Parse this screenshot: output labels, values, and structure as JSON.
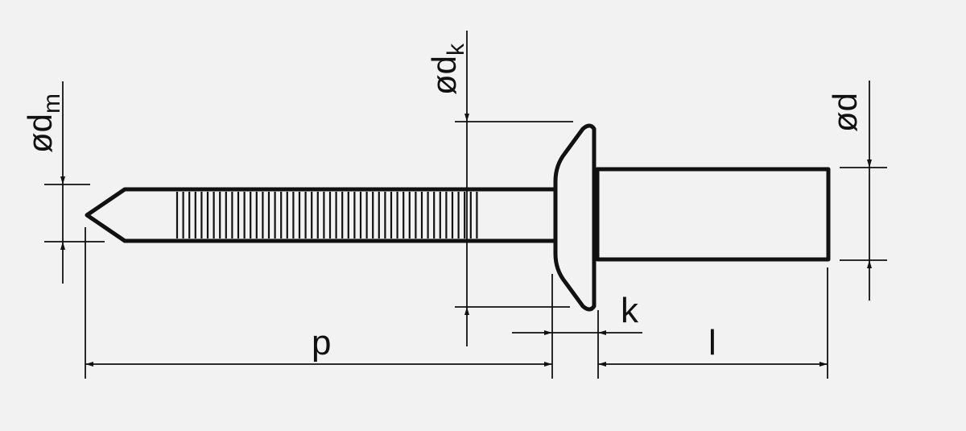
{
  "colors": {
    "background": "#f2f2f2",
    "stroke": "#111111"
  },
  "labels": {
    "dm": {
      "base": "ød",
      "sub": "m"
    },
    "dk": {
      "base": "ød",
      "sub": "k"
    },
    "d": {
      "base": "ød",
      "sub": ""
    },
    "p": "p",
    "k": "k",
    "l": "l"
  }
}
